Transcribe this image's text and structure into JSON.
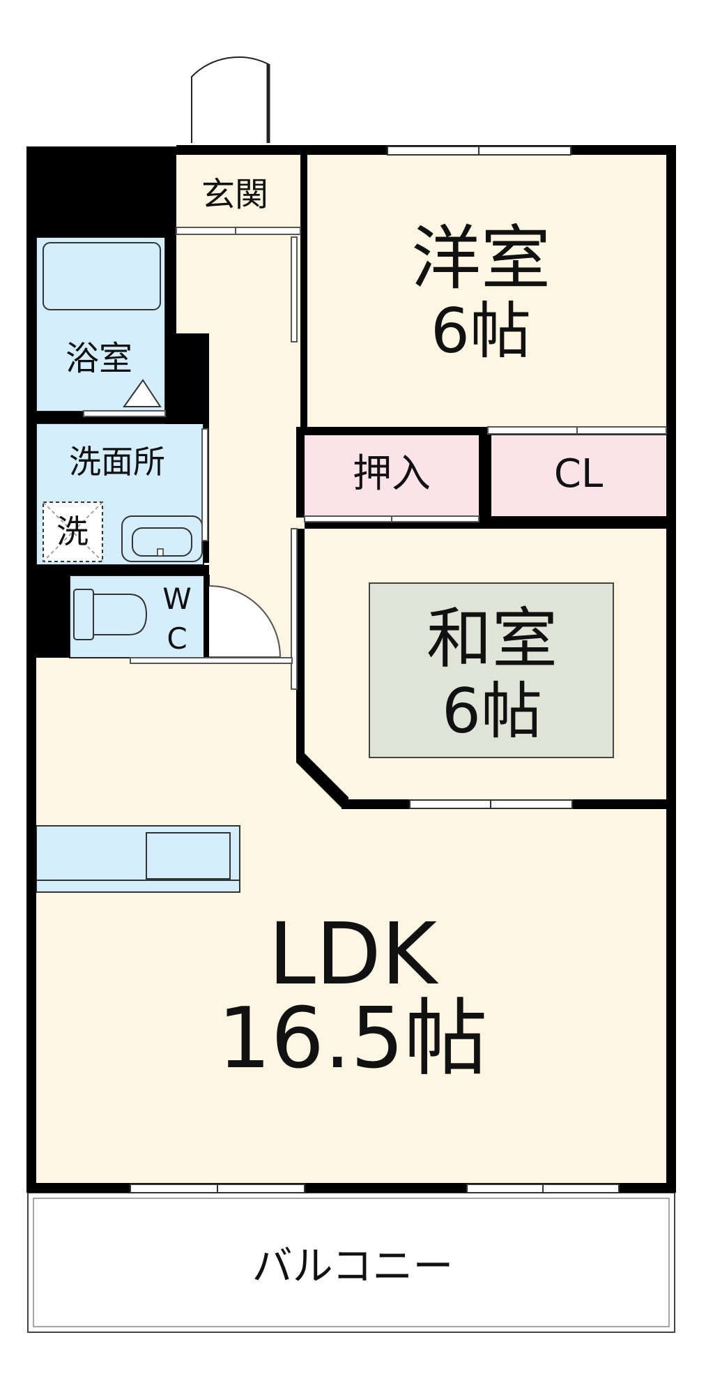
{
  "rooms": {
    "entrance": "玄関",
    "western_room": {
      "name": "洋室",
      "size": "6帖"
    },
    "bath": "浴室",
    "washroom": "洗面所",
    "washer_mark": "洗",
    "toilet_w": "W",
    "toilet_c": "C",
    "oshiire": "押入",
    "closet": "CL",
    "japanese_room": {
      "name": "和室",
      "size": "6帖"
    },
    "ldk": {
      "name": "LDK",
      "size": "16.5帖"
    },
    "balcony": "バルコニー"
  },
  "colors": {
    "floor": "#fdf6e3",
    "wet_area": "#d4eefb",
    "storage": "#fbe3ea",
    "tatami": "#dfe4d6",
    "wall": "#000000"
  }
}
